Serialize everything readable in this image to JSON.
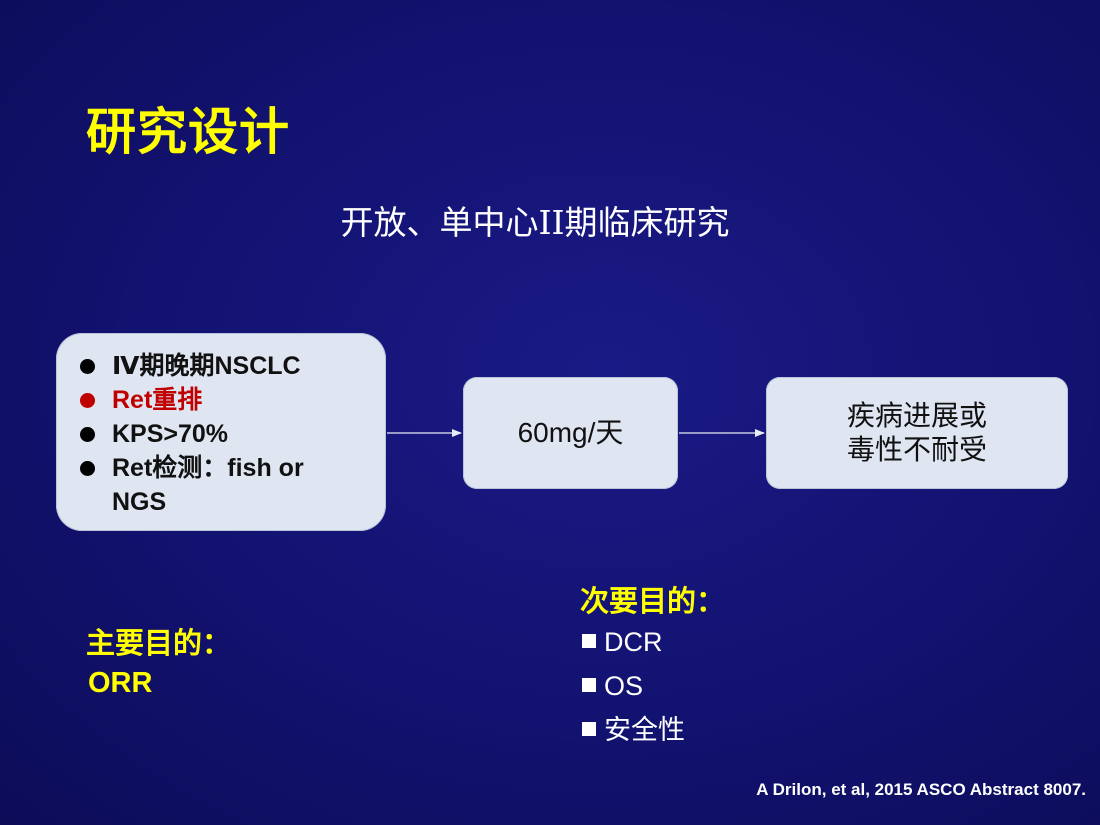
{
  "title": "研究设计",
  "subtitle": "开放、单中心II期临床研究",
  "criteria": {
    "items": [
      {
        "text": "Ⅳ期晚期NSCLC",
        "highlight": false
      },
      {
        "text": "Ret重排",
        "highlight": true
      },
      {
        "text": "KPS>70%",
        "highlight": false
      },
      {
        "text": "Ret检测：fish or NGS",
        "highlight": false
      }
    ]
  },
  "treatment": {
    "dose": "60mg/天"
  },
  "endpoint": {
    "line1": "疾病进展或",
    "line2": "毒性不耐受"
  },
  "primary": {
    "heading": "主要目的：",
    "value": "ORR"
  },
  "secondary": {
    "heading": "次要目的：",
    "items": [
      "DCR",
      "OS",
      "安全性"
    ]
  },
  "citation": "A Drilon, et al, 2015 ASCO Abstract 8007.",
  "colors": {
    "background": "#12126f",
    "heading_yellow": "#ffff00",
    "box_fill": "#dfe6f2",
    "highlight_red": "#c00000"
  }
}
